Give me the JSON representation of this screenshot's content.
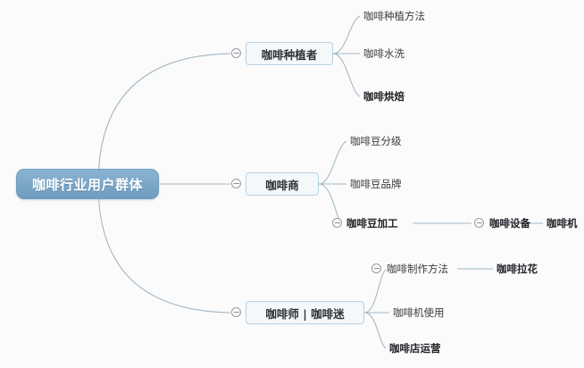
{
  "diagram": {
    "type": "mind-map",
    "background_color": "#fbfbfb",
    "root": {
      "label": "咖啡行业用户群体",
      "fill_color": "#7ba7c8",
      "text_color": "#ffffff"
    },
    "edge_color": "#9fb7c6",
    "node_fill": "#f4f8fb",
    "node_border": "#b9d2e3",
    "branches": [
      {
        "id": "growers",
        "label": "咖啡种植者",
        "collapsed_toggle": "minus",
        "children": [
          {
            "label": "咖啡种植方法",
            "bold": false
          },
          {
            "label": "咖啡水洗",
            "bold": false
          },
          {
            "label": "咖啡烘焙",
            "bold": true
          }
        ]
      },
      {
        "id": "merchants",
        "label": "咖啡商",
        "collapsed_toggle": "minus",
        "children": [
          {
            "label": "咖啡豆分级",
            "bold": false
          },
          {
            "label": "咖啡豆品牌",
            "bold": false
          },
          {
            "label": "咖啡豆加工",
            "bold": true,
            "collapsed_toggle": "minus",
            "children": [
              {
                "label": "咖啡设备",
                "bold": true,
                "collapsed_toggle": "minus",
                "children": [
                  {
                    "label": "咖啡机",
                    "bold": true
                  }
                ]
              }
            ]
          }
        ]
      },
      {
        "id": "baristas",
        "label": "咖啡师 | 咖啡迷",
        "collapsed_toggle": "minus",
        "children": [
          {
            "label": "咖啡制作方法",
            "bold": false,
            "collapsed_toggle": "minus",
            "children": [
              {
                "label": "咖啡拉花",
                "bold": true
              }
            ]
          },
          {
            "label": "咖啡机使用",
            "bold": false
          },
          {
            "label": "咖啡店运营",
            "bold": true
          }
        ]
      }
    ]
  }
}
